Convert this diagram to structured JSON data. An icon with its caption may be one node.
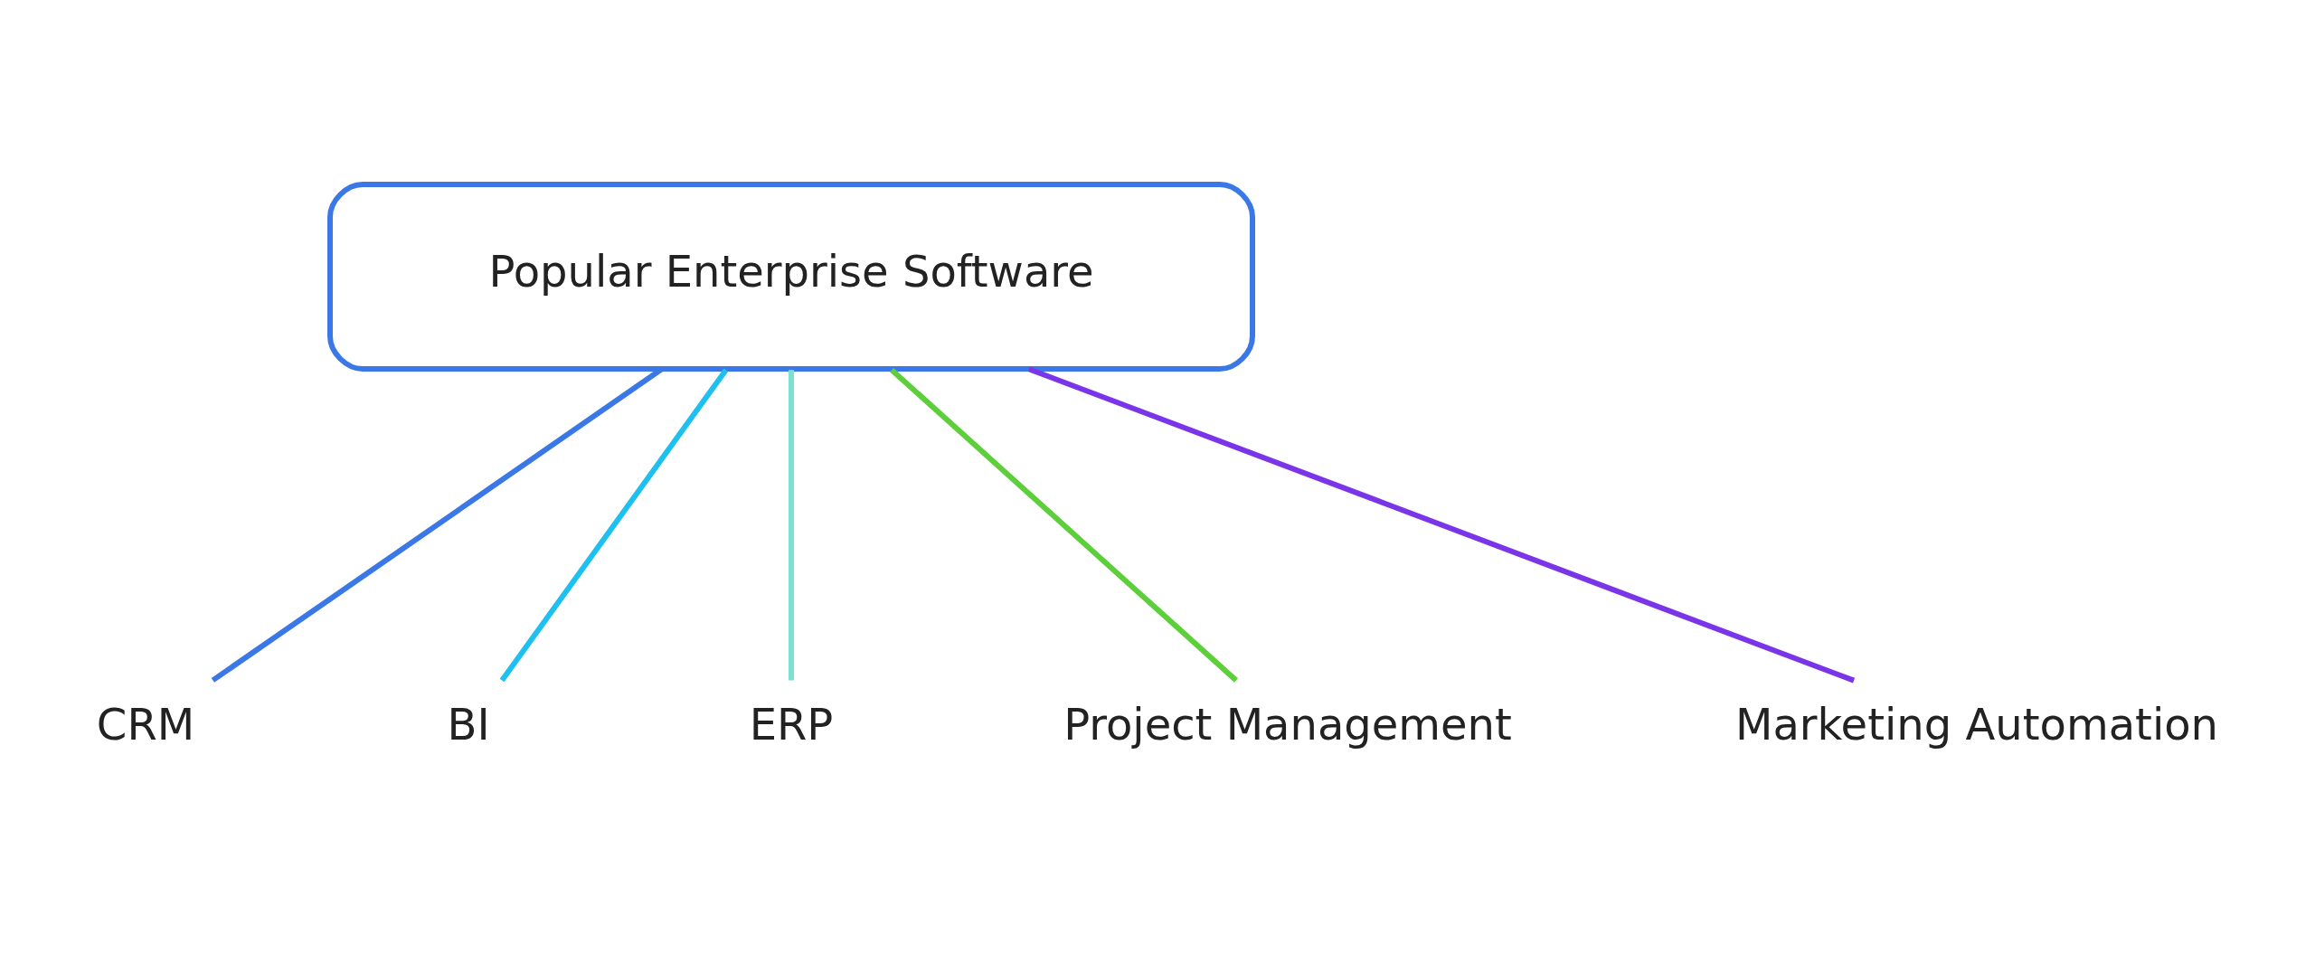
{
  "diagram": {
    "nodes": [
      {
        "text": [
          "Popular Enterprise Software"
        ]
      },
      {
        "text": [
          "CRM"
        ]
      },
      {
        "text": [
          "BI"
        ]
      },
      {
        "text": [
          "ERP"
        ]
      },
      {
        "text": [
          "Project Management"
        ]
      },
      {
        "text": [
          "Marketing Automation"
        ]
      }
    ],
    "edges": [
      {
        "from": 0,
        "to": 1,
        "arrow": "none",
        "color": "#3b78e7"
      },
      {
        "from": 0,
        "to": 2,
        "arrow": "none",
        "color": "#1ec0f0"
      },
      {
        "from": 0,
        "to": 3,
        "arrow": "none",
        "color": "#7de0d0"
      },
      {
        "from": 0,
        "to": 4,
        "arrow": "none",
        "color": "#5ccf3a"
      },
      {
        "from": 0,
        "to": 5,
        "arrow": "none",
        "color": "#7b35e8"
      }
    ]
  }
}
